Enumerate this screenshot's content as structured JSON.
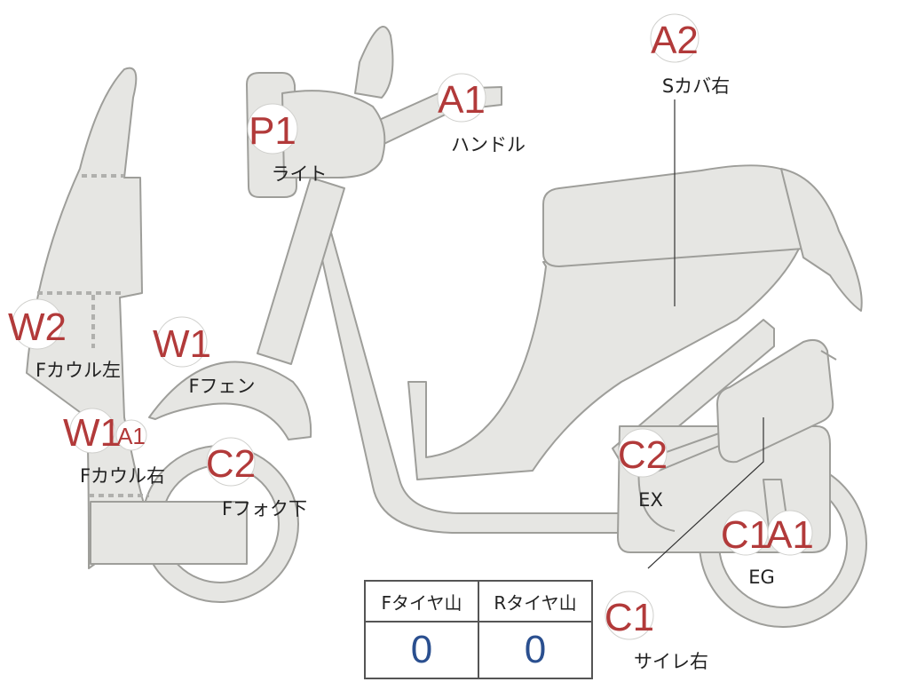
{
  "diagram": {
    "colors": {
      "body": "#e6e6e3",
      "outline": "#9e9e9a",
      "code": "#b23a3a",
      "tire_value": "#2a4f8f"
    },
    "markers": [
      {
        "id": "a2-scover-right",
        "code": "A2",
        "label": "Sカバ右"
      },
      {
        "id": "a1-handle",
        "code": "A1",
        "label": "ハンドル"
      },
      {
        "id": "p1-light",
        "code": "P1",
        "label": "ライト"
      },
      {
        "id": "w2-fcowl-left",
        "code": "W2",
        "label": "Fカウル左"
      },
      {
        "id": "w1-ffender",
        "code": "W1",
        "label": "Fフェン"
      },
      {
        "id": "w1a1-fcowl-right",
        "code": "W1",
        "code2": "A1",
        "label": "Fカウル右"
      },
      {
        "id": "c2-ffork-lower",
        "code": "C2",
        "label": "Fフォク下"
      },
      {
        "id": "c2-ex",
        "code": "C2",
        "label": "EX"
      },
      {
        "id": "c1a1-eg",
        "code": "C1",
        "code2": "A1",
        "label": "EG"
      },
      {
        "id": "c1-side-right",
        "code": "C1",
        "label": "サイレ右"
      }
    ]
  },
  "tire_table": {
    "headers": [
      "Fタイヤ山",
      "Rタイヤ山"
    ],
    "values": [
      "0",
      "0"
    ]
  }
}
